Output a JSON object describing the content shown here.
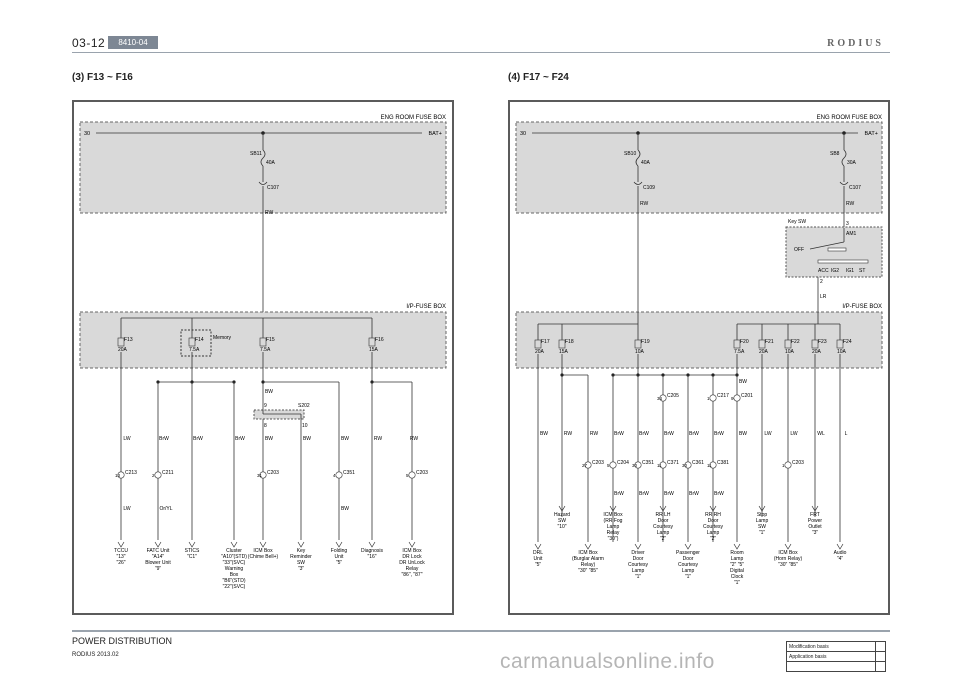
{
  "header": {
    "page_number": "03-12",
    "section_code": "8410-04",
    "brand": "RODIUS"
  },
  "footer": {
    "title": "POWER DISTRIBUTION",
    "subtitle": "RODIUS 2013.02",
    "table": [
      "Modification basis",
      "Application basis",
      ""
    ]
  },
  "watermark": "carmanualsonline.info",
  "left": {
    "section_title": "(3) F13 ~ F16",
    "eng_box": {
      "title": "ENG ROOM FUSE BOX",
      "bus_num": "30",
      "bus_name": "BAT+"
    },
    "sb": {
      "name": "SB11",
      "rating": "40A",
      "conn": "C107"
    },
    "feed_wire": "RW",
    "ip_box": {
      "title": "I/P-FUSE BOX",
      "memory": "Memory"
    },
    "fuses": [
      {
        "name": "F13",
        "rating": "20A"
      },
      {
        "name": "F14",
        "rating": "7.5A"
      },
      {
        "name": "F15",
        "rating": "7.5A"
      },
      {
        "name": "F16",
        "rating": "15A"
      }
    ],
    "splice": {
      "name": "S202",
      "pins": [
        "9",
        "10",
        "8"
      ]
    },
    "wires": [
      "LW",
      "BrW",
      "BrW",
      "BrW",
      "BW",
      "BW",
      "BW",
      "BW",
      "RW",
      "RW",
      "BW",
      "LW",
      "Or/YL"
    ],
    "connectors": [
      {
        "name": "C213",
        "pin": "13"
      },
      {
        "name": "C211",
        "pin": "2"
      },
      {
        "name": "C203",
        "pin": "31"
      },
      {
        "name": "C351",
        "pin": "4"
      },
      {
        "name": "C203",
        "pin": "5"
      }
    ],
    "loads": [
      [
        "TCCU",
        "\"13\"",
        "\"26\""
      ],
      [
        "FATC Unit",
        "\"A14\"",
        "Blower Unit",
        "\"9\""
      ],
      [
        "STICS",
        "\"C1\""
      ],
      [
        "Cluster",
        "\"A10\"(STD)",
        "\"33\"(SVC)",
        "Warning",
        "Box",
        "\"B6\"(STD)",
        "\"22\"(SVC)"
      ],
      [
        "ICM Box",
        "(Chime Bell+)"
      ],
      [
        "Key",
        "Reminder",
        "SW",
        "\"3\""
      ],
      [
        "Folding",
        "Unit",
        "\"5\""
      ],
      [
        "Diagnosis",
        "\"16\""
      ],
      [
        "ICM Box",
        "DR Lock",
        "DR UnLock",
        "Relay",
        "\"86\", \"87\""
      ]
    ]
  },
  "right": {
    "section_title": "(4) F17 ~ F24",
    "eng_box": {
      "title": "ENG ROOM FUSE BOX",
      "bus_num": "30",
      "bus_name": "BAT+"
    },
    "sbs": [
      {
        "name": "SB10",
        "rating": "40A",
        "conn": "C109",
        "wire": "RW"
      },
      {
        "name": "SB8",
        "rating": "30A",
        "conn": "C107",
        "wire": "RW"
      }
    ],
    "key_sw": {
      "title": "Key SW",
      "pin_top": "3",
      "am": "AM1",
      "off": "OFF",
      "positions": [
        "ACC",
        "IG2",
        "IG1",
        "ST"
      ],
      "pin_bottom": "2",
      "wire": "LR"
    },
    "ip_box": {
      "title": "I/P-FUSE BOX"
    },
    "fuses": [
      {
        "name": "F17",
        "rating": "20A"
      },
      {
        "name": "F18",
        "rating": "15A"
      },
      {
        "name": "F19",
        "rating": "10A"
      },
      {
        "name": "F20",
        "rating": "7.5A"
      },
      {
        "name": "F21",
        "rating": "20A"
      },
      {
        "name": "F22",
        "rating": "10A"
      },
      {
        "name": "F23",
        "rating": "20A"
      },
      {
        "name": "F24",
        "rating": "10A"
      }
    ],
    "wires": [
      "BW",
      "RW",
      "RW",
      "BrW",
      "BrW",
      "BrW",
      "BrW",
      "BrW",
      "BW",
      "LW",
      "LW",
      "WL",
      "L",
      "BW",
      "BrW",
      "BrW",
      "BrW",
      "BrW",
      "BrW"
    ],
    "connectors": [
      {
        "name": "C205",
        "pin": "34"
      },
      {
        "name": "C217",
        "pin": "1"
      },
      {
        "name": "C201",
        "pin": "9"
      },
      {
        "name": "C203",
        "pin": "27"
      },
      {
        "name": "C204",
        "pin": "5"
      },
      {
        "name": "C351",
        "pin": "30"
      },
      {
        "name": "C371",
        "pin": "11"
      },
      {
        "name": "C361",
        "pin": "30"
      },
      {
        "name": "C381",
        "pin": "11"
      },
      {
        "name": "C203",
        "pin": "1"
      }
    ],
    "loads": [
      [
        "DRL",
        "Unit",
        "\"5\""
      ],
      [
        "Hazard",
        "SW",
        "\"10\""
      ],
      [
        "ICM Box",
        "(Burglar Alarm",
        "Relay)",
        "\"30\" \"85\""
      ],
      [
        "ICM Box",
        "(RR Fog",
        "Lamp",
        "Relay",
        "\"30\")"
      ],
      [
        "Driver",
        "Door",
        "Courtesy",
        "Lamp",
        "\"1\""
      ],
      [
        "RR LH",
        "Door",
        "Courtesy",
        "Lamp",
        "\"2\""
      ],
      [
        "Passenger",
        "Door",
        "Courtesy",
        "Lamp",
        "\"1\""
      ],
      [
        "RR RH",
        "Door",
        "Courtesy",
        "Lamp",
        "\"2\""
      ],
      [
        "Room",
        "Lamp",
        "\"2\" \"5\"",
        "Digital",
        "Clock",
        "\"1\""
      ],
      [
        "Stop",
        "Lamp",
        "SW",
        "\"1\""
      ],
      [
        "ICM Box",
        "(Horn Relay)",
        "\"30\" \"85\""
      ],
      [
        "FRT",
        "Power",
        "Outlet",
        "\"3\""
      ],
      [
        "Audio",
        "\"4\""
      ]
    ]
  }
}
